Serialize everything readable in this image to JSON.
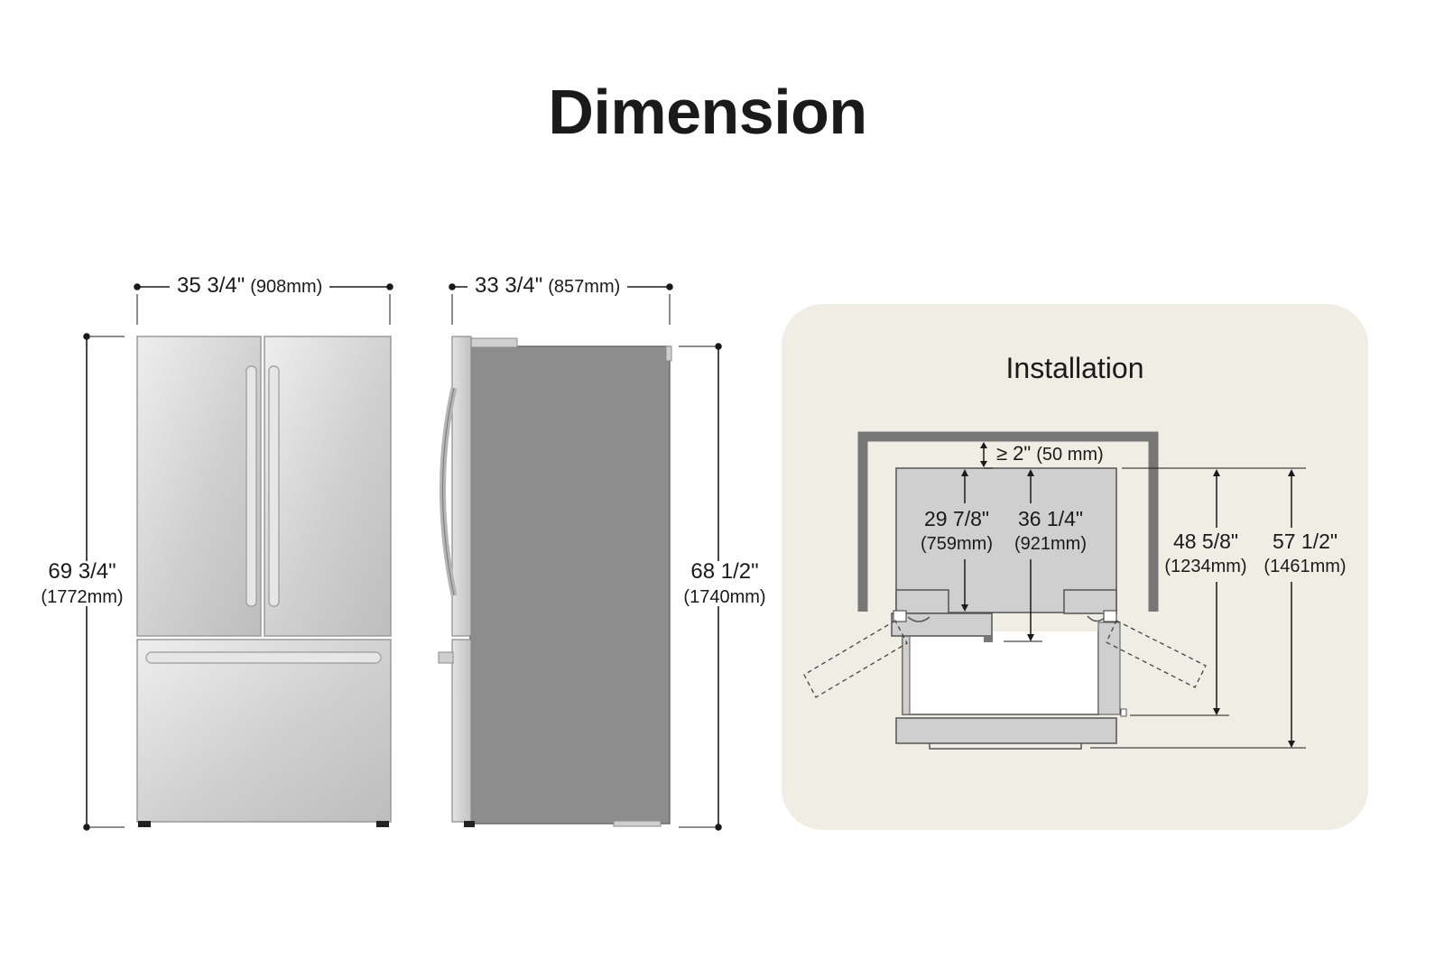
{
  "title": "Dimension",
  "front_view": {
    "width_in": "35 3/4\"",
    "width_mm": "(908mm)",
    "height_in": "69 3/4\"",
    "height_mm": "(1772mm)"
  },
  "side_view": {
    "depth_in": "33 3/4\"",
    "depth_mm": "(857mm)",
    "height_in": "68 1/2\"",
    "height_mm": "(1740mm)"
  },
  "installation": {
    "title": "Installation",
    "clearance_in": "≥ 2\"",
    "clearance_mm": "(50 mm)",
    "depth_a_in": "29 7/8\"",
    "depth_a_mm": "(759mm)",
    "depth_b_in": "36 1/4\"",
    "depth_b_mm": "(921mm)",
    "depth_c_in": "48 5/8\"",
    "depth_c_mm": "(1234mm)",
    "depth_d_in": "57 1/2\"",
    "depth_d_mm": "(1461mm)"
  },
  "colors": {
    "panel_bg": "#f0ede4",
    "steel_light": "#d9d9d9",
    "steel_dark": "#8a8a8a",
    "wall": "#777777"
  }
}
